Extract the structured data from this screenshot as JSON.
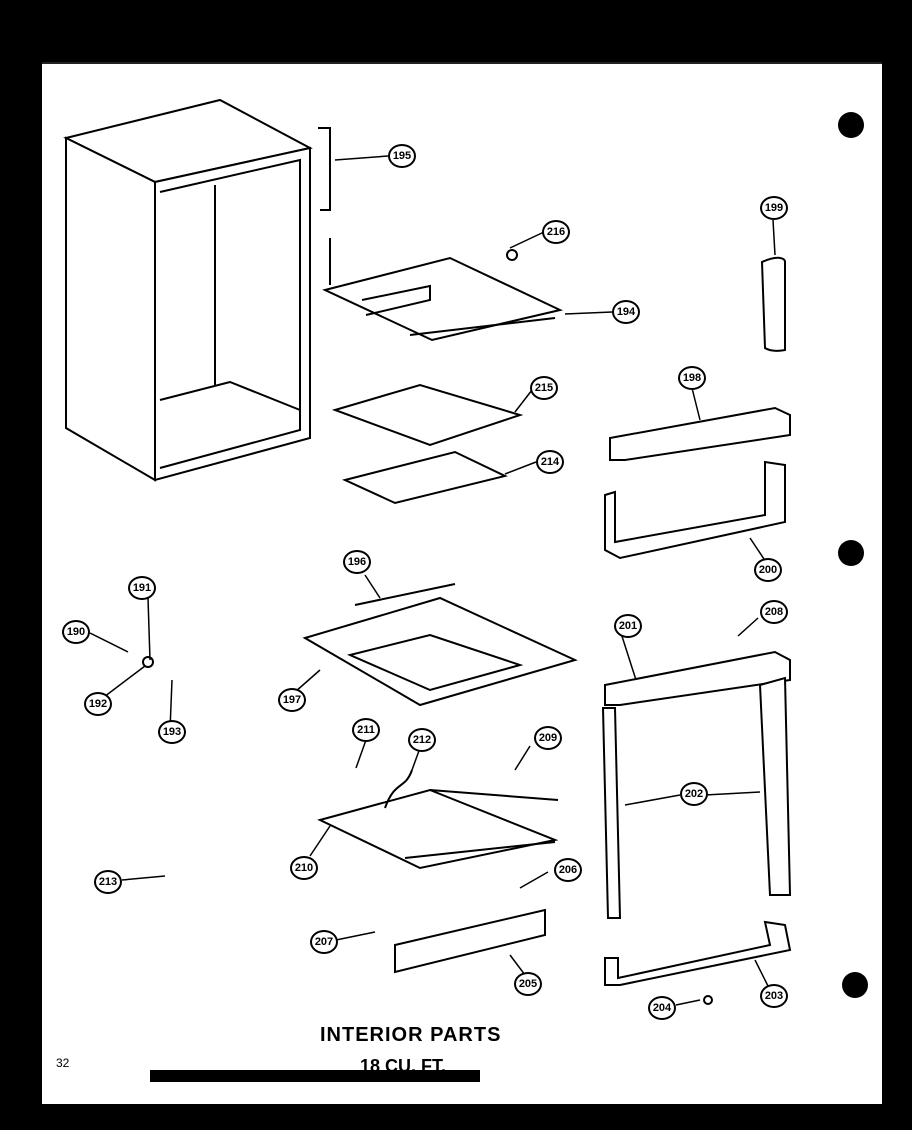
{
  "title": "INTERIOR PARTS",
  "subtitle": "18 CU. FT.",
  "page_number": "32",
  "callouts": [
    "195",
    "216",
    "194",
    "215",
    "214",
    "199",
    "198",
    "200",
    "196",
    "197",
    "191",
    "190",
    "192",
    "193",
    "211",
    "212",
    "209",
    "210",
    "213",
    "206",
    "207",
    "205",
    "201",
    "208",
    "202",
    "203",
    "204"
  ]
}
